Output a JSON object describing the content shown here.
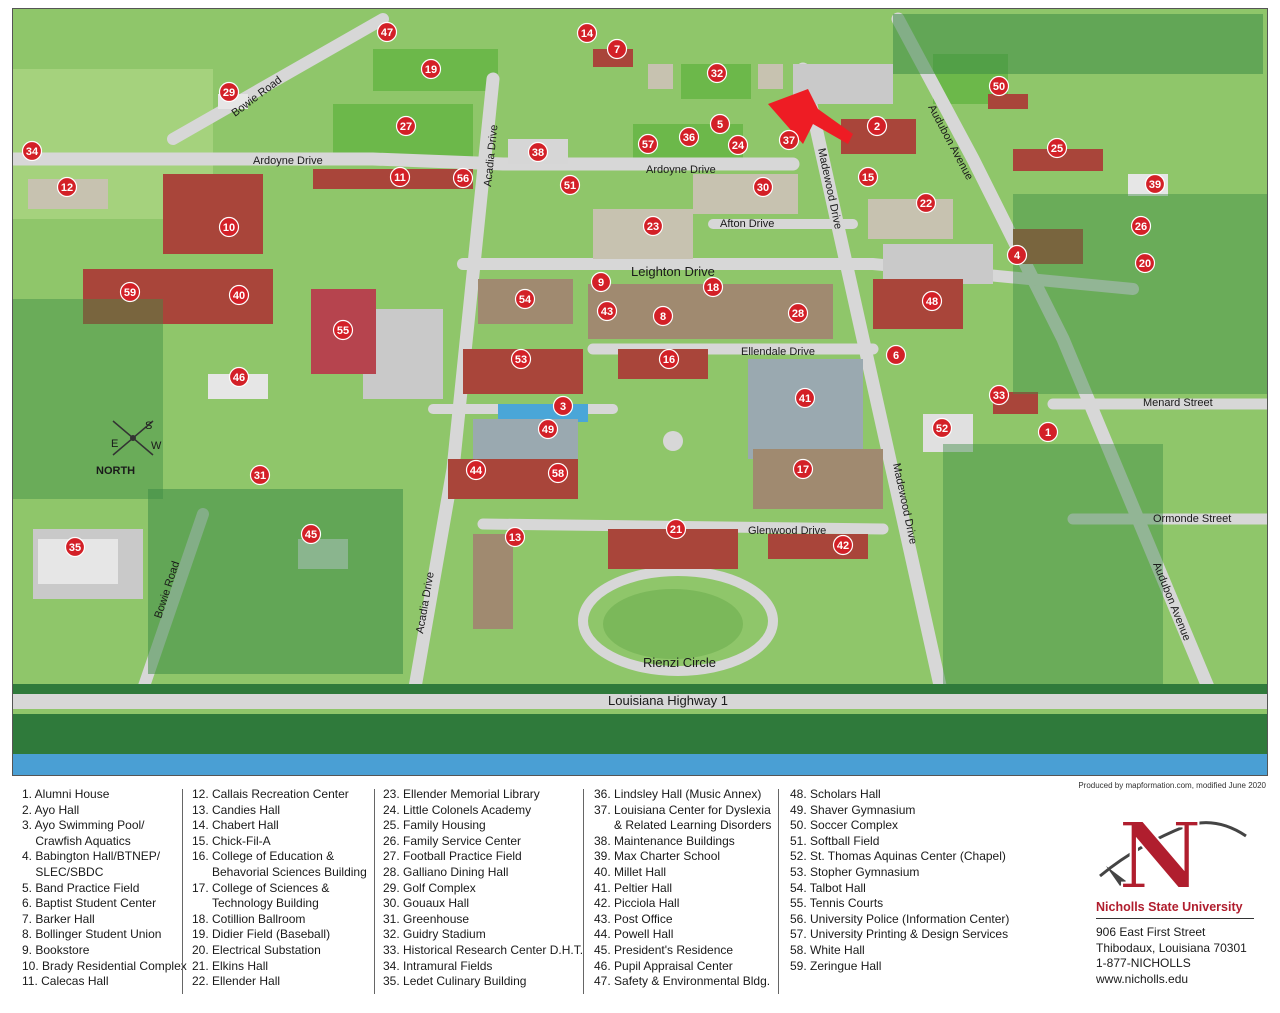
{
  "map": {
    "roads": {
      "bowie_road": "Bowie Road",
      "ardoyne_drive": "Ardoyne Drive",
      "acadia_drive": "Acadia Drive",
      "madewood_drive": "Madewood Drive",
      "audubon_avenue": "Audubon Avenue",
      "afton_drive": "Afton Drive",
      "leighton_drive": "Leighton Drive",
      "ellendale_drive": "Ellendale Drive",
      "menard_street": "Menard Street",
      "ormonde_street": "Ormonde Street",
      "glenwood_drive": "Glenwood Drive",
      "rienzi_circle": "Rienzi Circle",
      "louisiana_highway_1": "Louisiana Highway 1"
    },
    "compass": {
      "north": "NORTH",
      "s": "S",
      "e": "E",
      "w": "W"
    },
    "colors": {
      "marker": "#d32027",
      "building_red": "#a9453a",
      "grass": "#8fc66a",
      "road": "#d7d7d7",
      "water": "#4aa6d8",
      "accent": "#b01e2e"
    },
    "markers": [
      "1",
      "2",
      "3",
      "4",
      "5",
      "6",
      "7",
      "8",
      "9",
      "10",
      "11",
      "12",
      "13",
      "14",
      "15",
      "16",
      "17",
      "18",
      "19",
      "20",
      "21",
      "22",
      "23",
      "24",
      "25",
      "26",
      "27",
      "28",
      "29",
      "30",
      "31",
      "32",
      "33",
      "34",
      "35",
      "36",
      "37",
      "38",
      "39",
      "40",
      "41",
      "42",
      "43",
      "44",
      "45",
      "46",
      "47",
      "48",
      "49",
      "50",
      "51",
      "52",
      "53",
      "54",
      "55",
      "56",
      "57",
      "58",
      "59"
    ]
  },
  "credit": "Produced by mapformation.com, modified June 2020",
  "legend": {
    "col1": [
      "1. Alumni House",
      "2. Ayo Hall",
      "3. Ayo Swimming Pool/",
      "    Crawfish Aquatics",
      "4. Babington Hall/BTNEP/",
      "    SLEC/SBDC",
      "5. Band Practice Field",
      "6. Baptist Student Center",
      "7. Barker Hall",
      "8. Bollinger Student Union",
      "9. Bookstore",
      "10. Brady Residential Complex",
      "11. Calecas Hall"
    ],
    "col2": [
      "12. Callais Recreation Center",
      "13. Candies Hall",
      "14. Chabert Hall",
      "15. Chick-Fil-A",
      "16. College of Education &",
      "      Behavorial Sciences Building",
      "17. College of Sciences &",
      "      Technology Building",
      "18. Cotillion Ballroom",
      "19. Didier Field (Baseball)",
      "20. Electrical Substation",
      "21. Elkins Hall",
      "22. Ellender Hall"
    ],
    "col3": [
      "23. Ellender Memorial Library",
      "24. Little Colonels Academy",
      "25. Family Housing",
      "26. Family Service Center",
      "27. Football Practice Field",
      "28. Galliano Dining Hall",
      "29. Golf Complex",
      "30. Gouaux Hall",
      "31. Greenhouse",
      "32. Guidry Stadium",
      "33. Historical Research Center D.H.T.",
      "34. Intramural Fields",
      "35. Ledet Culinary Building"
    ],
    "col4": [
      "36. Lindsley Hall (Music Annex)",
      "37. Louisiana Center for Dyslexia",
      "      & Related Learning Disorders",
      "38. Maintenance Buildings",
      "39. Max Charter School",
      "40. Millet Hall",
      "41. Peltier Hall",
      "42. Picciola Hall",
      "43. Post Office",
      "44. Powell Hall",
      "45. President's Residence",
      "46. Pupil Appraisal Center",
      "47. Safety & Environmental Bldg."
    ],
    "col5": [
      "48. Scholars Hall",
      "49. Shaver Gymnasium",
      "50. Soccer Complex",
      "51. Softball Field",
      "52. St. Thomas Aquinas Center (Chapel)",
      "53. Stopher Gymnasium",
      "54. Talbot Hall",
      "55. Tennis Courts",
      "56. University Police (Information Center)",
      "57. University Printing & Design Services",
      "58. White Hall",
      "59. Zeringue Hall"
    ]
  },
  "brand": {
    "logo_letter": "N",
    "name": "Nicholls State University",
    "address1": "906 East First Street",
    "address2": "Thibodaux, Louisiana 70301",
    "phone": "1-877-NICHOLLS",
    "website": "www.nicholls.edu"
  }
}
